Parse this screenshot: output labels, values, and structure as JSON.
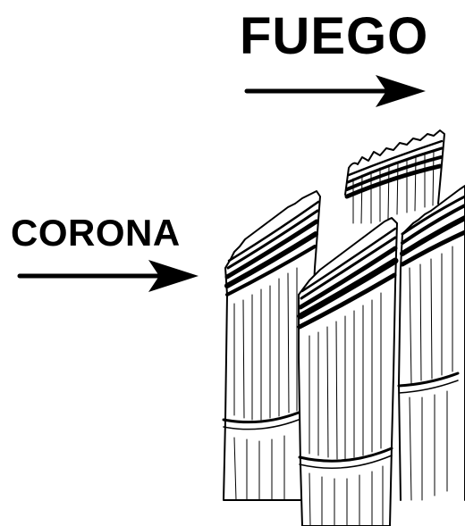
{
  "labels": {
    "fuego": "FUEGO",
    "corona": "CORONA"
  },
  "illustration": {
    "subject": "cut-sugarcane-stalks",
    "ink_color": "#000000",
    "background_color": "#ffffff"
  },
  "icons": {
    "fuego_arrow": "right-arrow-icon",
    "corona_arrow": "right-arrow-icon"
  }
}
